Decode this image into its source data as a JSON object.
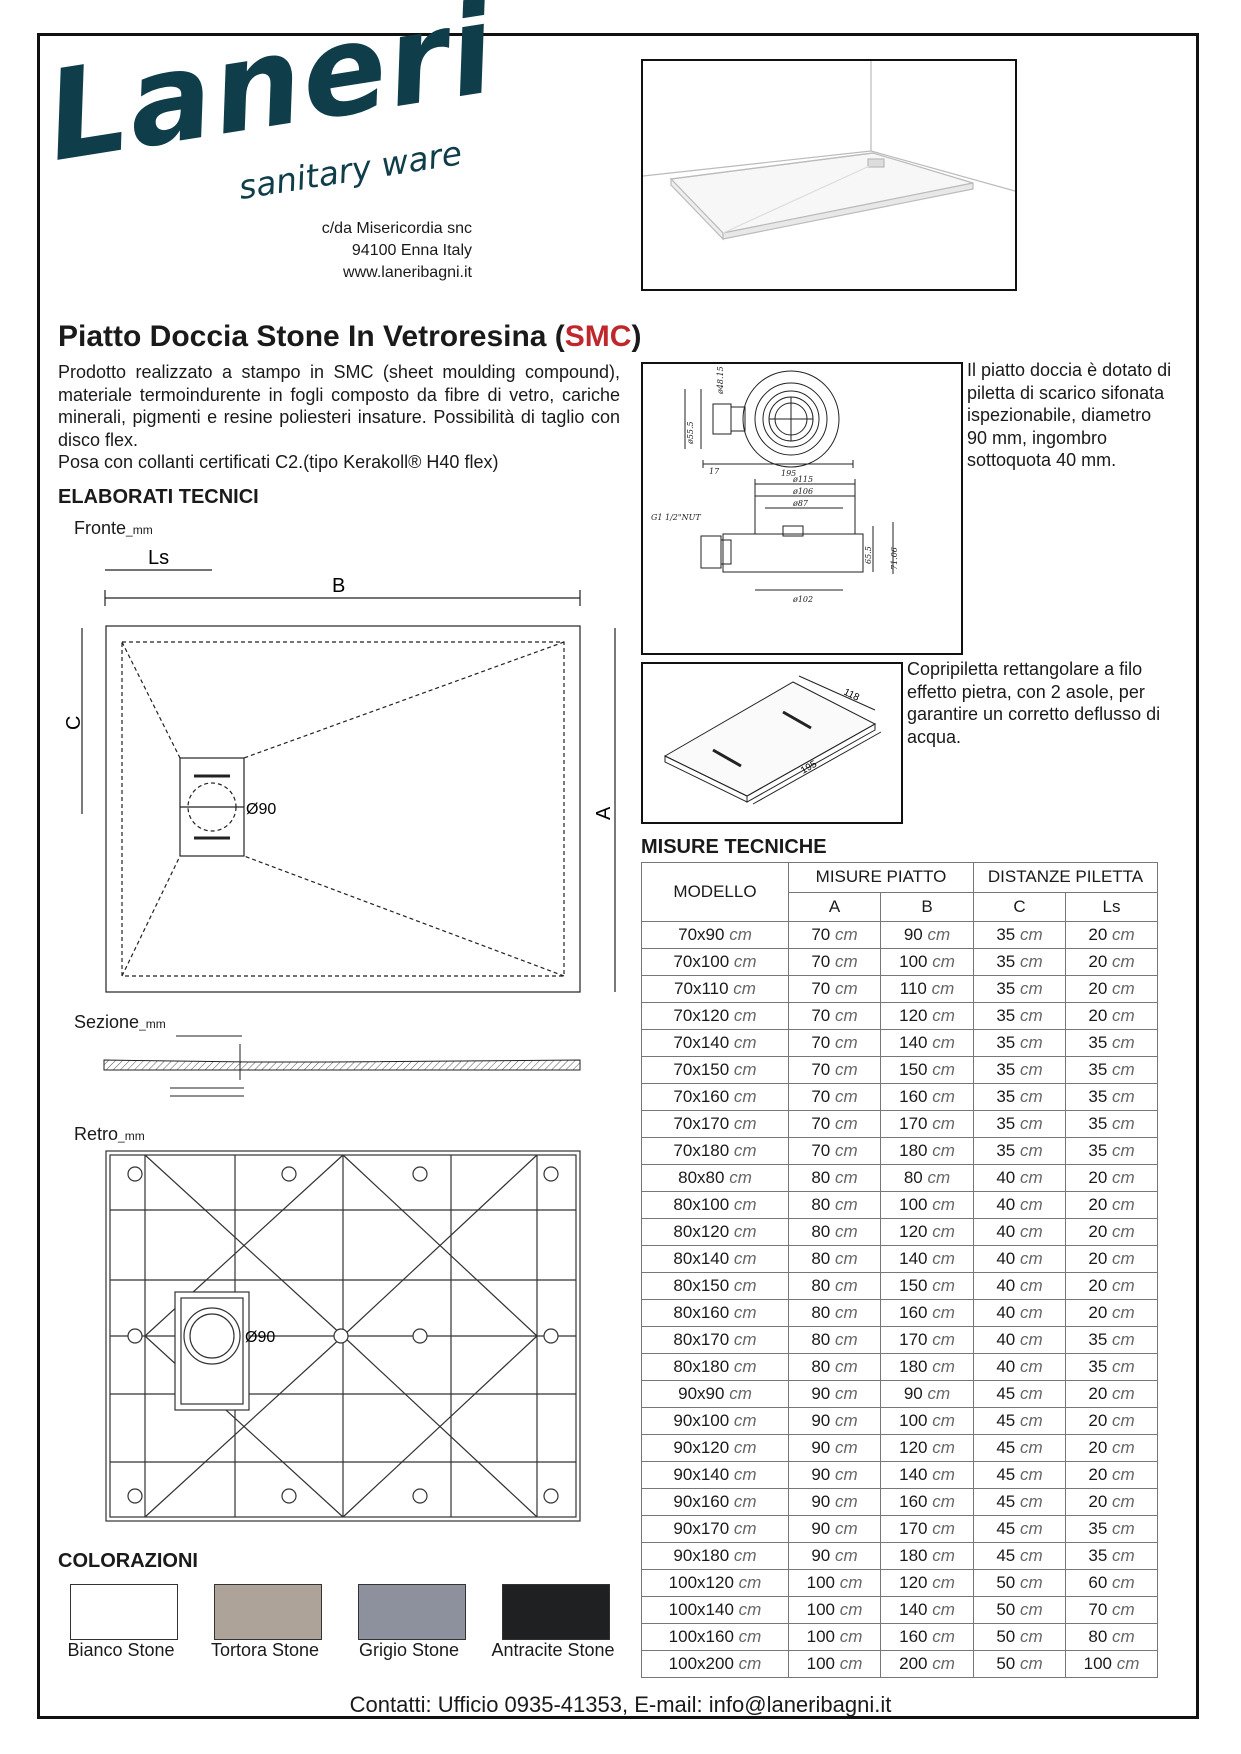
{
  "brand": {
    "name": "Laneri",
    "tagline": "sanitary ware",
    "address": [
      "c/da Misericordia snc",
      "94100 Enna Italy",
      "www.laneribagni.it"
    ],
    "color": "#0f3d4a"
  },
  "product": {
    "title": "Piatto Doccia Stone In Vetroresina (",
    "title_highlight": "SMC",
    "title_end": ")",
    "highlight_color": "#c0272d",
    "description": "Prodotto realizzato a stampo in SMC (sheet moulding compound), materiale termoindurente in fogli composto da fibre di vetro, cariche minerali, pigmenti e resine poliesteri insature. Possibilità di taglio con disco flex.",
    "installation": "Posa con collanti certificati C2.(tipo Kerakoll® H40 flex)"
  },
  "drain_note": "Il piatto doccia è dotato di piletta di scarico sifonata ispezionabile, diametro 90 mm, ingombro sottoquota 40 mm.",
  "cover_note": "Copripiletta rettangolare a filo effetto pietra, con 2 asole, per garantire un corretto deflusso di acqua.",
  "drawings": {
    "heading": "ELABORATI TECNICI",
    "front": {
      "label": "Fronte",
      "unit": "mm",
      "dim_ls": "Ls",
      "dim_b": "B",
      "dim_c": "C",
      "dim_a": "A",
      "drain_dia": "Ø90"
    },
    "section": {
      "label": "Sezione",
      "unit": "mm"
    },
    "back": {
      "label": "Retro",
      "unit": "mm",
      "drain_dia": "Ø90"
    },
    "drain": {
      "d1": "ø48.15",
      "d2": "ø55.5",
      "d3": "17",
      "d4": "195",
      "d5": "ø115",
      "d6": "ø106",
      "d7": "ø87",
      "d8": "G1 1/2\"NUT",
      "d9": "65.5",
      "d10": "71.06",
      "d11": "ø102"
    },
    "cover": {
      "w": "118",
      "l": "195"
    }
  },
  "table": {
    "heading": "MISURE TECNICHE",
    "col_model": "MODELLO",
    "group1": "MISURE PIATTO",
    "group2": "DISTANZE PILETTA",
    "cols": [
      "A",
      "B",
      "C",
      "Ls"
    ],
    "unit": "cm",
    "rows": [
      [
        "70x90",
        "70",
        "90",
        "35",
        "20"
      ],
      [
        "70x100",
        "70",
        "100",
        "35",
        "20"
      ],
      [
        "70x110",
        "70",
        "110",
        "35",
        "20"
      ],
      [
        "70x120",
        "70",
        "120",
        "35",
        "20"
      ],
      [
        "70x140",
        "70",
        "140",
        "35",
        "35"
      ],
      [
        "70x150",
        "70",
        "150",
        "35",
        "35"
      ],
      [
        "70x160",
        "70",
        "160",
        "35",
        "35"
      ],
      [
        "70x170",
        "70",
        "170",
        "35",
        "35"
      ],
      [
        "70x180",
        "70",
        "180",
        "35",
        "35"
      ],
      [
        "80x80",
        "80",
        "80",
        "40",
        "20"
      ],
      [
        "80x100",
        "80",
        "100",
        "40",
        "20"
      ],
      [
        "80x120",
        "80",
        "120",
        "40",
        "20"
      ],
      [
        "80x140",
        "80",
        "140",
        "40",
        "20"
      ],
      [
        "80x150",
        "80",
        "150",
        "40",
        "20"
      ],
      [
        "80x160",
        "80",
        "160",
        "40",
        "20"
      ],
      [
        "80x170",
        "80",
        "170",
        "40",
        "35"
      ],
      [
        "80x180",
        "80",
        "180",
        "40",
        "35"
      ],
      [
        "90x90",
        "90",
        "90",
        "45",
        "20"
      ],
      [
        "90x100",
        "90",
        "100",
        "45",
        "20"
      ],
      [
        "90x120",
        "90",
        "120",
        "45",
        "20"
      ],
      [
        "90x140",
        "90",
        "140",
        "45",
        "20"
      ],
      [
        "90x160",
        "90",
        "160",
        "45",
        "20"
      ],
      [
        "90x170",
        "90",
        "170",
        "45",
        "35"
      ],
      [
        "90x180",
        "90",
        "180",
        "45",
        "35"
      ],
      [
        "100x120",
        "100",
        "120",
        "50",
        "60"
      ],
      [
        "100x140",
        "100",
        "140",
        "50",
        "70"
      ],
      [
        "100x160",
        "100",
        "160",
        "50",
        "80"
      ],
      [
        "100x200",
        "100",
        "200",
        "50",
        "100"
      ]
    ]
  },
  "colors": {
    "heading": "COLORAZIONI",
    "items": [
      {
        "name": "Bianco Stone",
        "hex": "#ffffff"
      },
      {
        "name": "Tortora Stone",
        "hex": "#aea398"
      },
      {
        "name": "Grigio Stone",
        "hex": "#8d919e"
      },
      {
        "name": "Antracite Stone",
        "hex": "#1e2021"
      }
    ]
  },
  "contact": "Contatti: Ufficio 0935-41353, E-mail: info@laneribagni.it"
}
